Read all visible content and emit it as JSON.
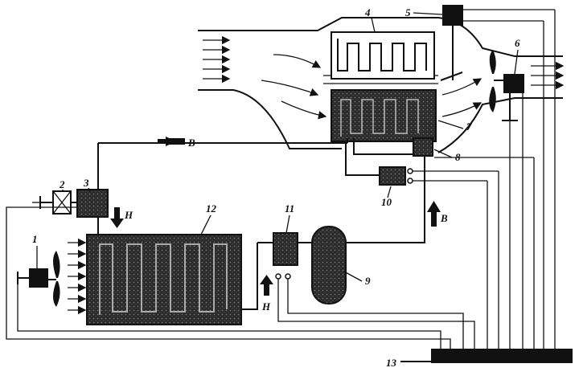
{
  "labels": {
    "n1": "1",
    "n2": "2",
    "n3": "3",
    "n4": "4",
    "n5": "5",
    "n6": "6",
    "n7": "7",
    "n8": "8",
    "n9": "9",
    "n10": "10",
    "n11": "11",
    "n12": "12",
    "n13": "13"
  },
  "flows": {
    "b_top": "В",
    "b_right": "В",
    "h_top": "Н",
    "h_bottom": "Н"
  },
  "colors": {
    "ink": "#111111",
    "paper": "#ffffff"
  }
}
